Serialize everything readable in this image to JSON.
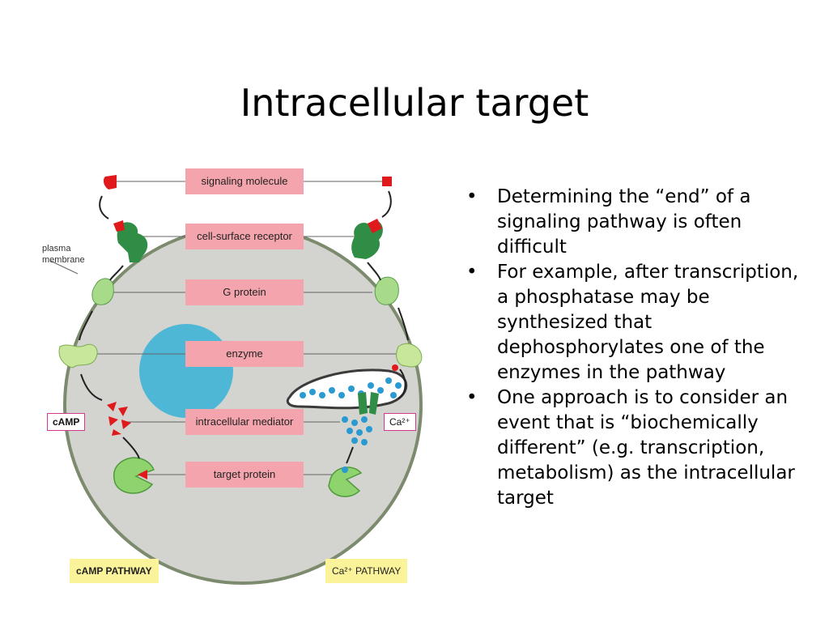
{
  "slide": {
    "title": "Intracellular target",
    "bullets": [
      "Determining the “end” of a signaling pathway is often difficult",
      "For example, after transcription, a phosphatase may be synthesized that dephosphorylates one of the enzymes in the pathway",
      "One approach is to consider an event that is “biochemically different” (e.g. transcription, metabolism) as the intracellular target"
    ]
  },
  "diagram": {
    "steps": [
      "signaling molecule",
      "cell-surface receptor",
      "G protein",
      "enzyme",
      "intracellular mediator",
      "target protein"
    ],
    "membrane_label": [
      "plasma",
      "membrane"
    ],
    "camp_label": "cAMP",
    "ca_label": "Ca²⁺",
    "camp_pathway": "cAMP PATHWAY",
    "ca_pathway": "Ca²⁺ PATHWAY"
  },
  "colors": {
    "cell_fill": "#d3d4cf",
    "cell_border": "#7c8b6d",
    "nucleus": "#4fb7d6",
    "label_box": "#f4a4ad",
    "protein_dark": "#2f8d45",
    "protein_light": "#a7db8a",
    "signal": "#e0191c",
    "pathway_label": "#fbf39a"
  }
}
